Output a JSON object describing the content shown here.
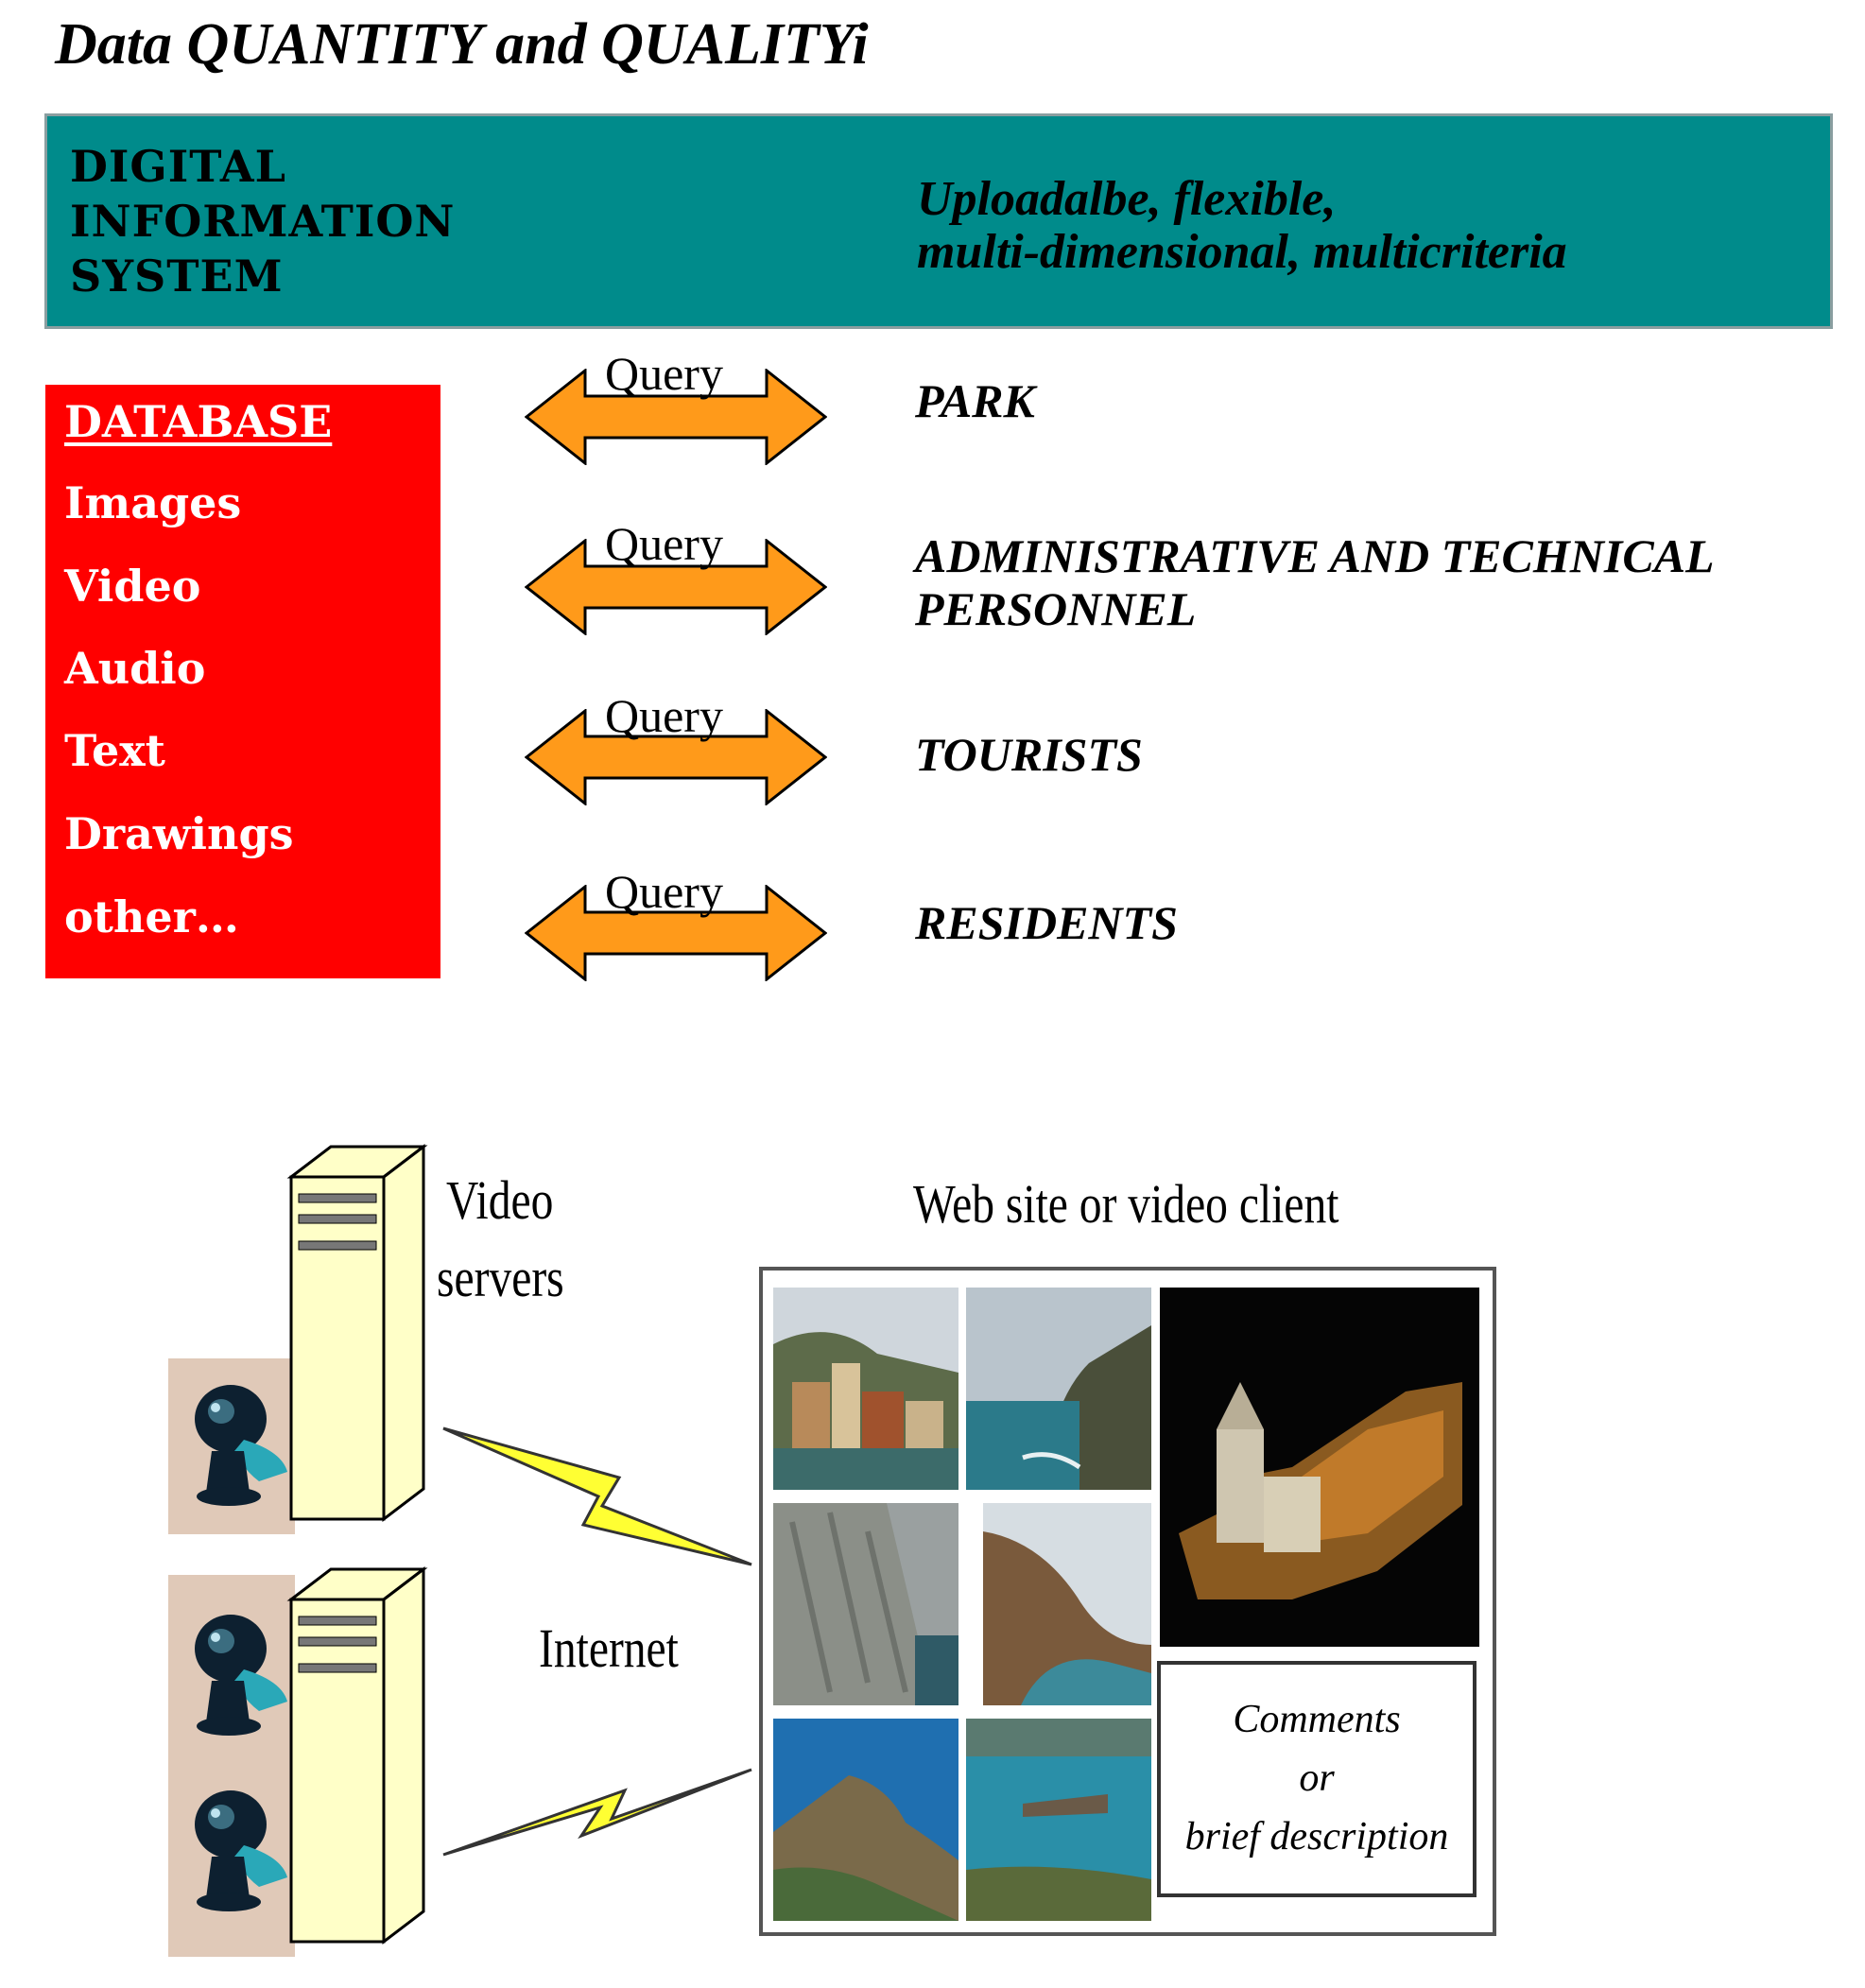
{
  "title": "Data QUANTITY and QUALITYi",
  "system": {
    "label_lines": [
      "DIGITAL",
      "INFORMATION",
      "SYSTEM"
    ],
    "description_lines": [
      "Uploadalbe, flexible,",
      "multi-dimensional, multicriteria"
    ]
  },
  "database": {
    "title": "DATABASE",
    "items": [
      "Images",
      "Video",
      "Audio",
      "Text",
      "Drawings",
      "other…"
    ]
  },
  "query_label": "Query",
  "audiences": [
    [
      "PARK"
    ],
    [
      "ADMINISTRATIVE AND TECHNICAL",
      "PERSONNEL"
    ],
    [
      "TOURISTS"
    ],
    [
      "RESIDENTS"
    ]
  ],
  "network": {
    "video_servers_lines": [
      "Video",
      "servers"
    ],
    "internet": "Internet",
    "client_title": "Web site or video client",
    "comments_lines": [
      "Comments",
      "or",
      "brief description"
    ]
  },
  "colors": {
    "banner": "#008b8b",
    "database": "#ff0000",
    "arrow": "#ff9a1a",
    "bolt": "#ffff33",
    "server": "#ffffc8",
    "camera_bg": "#e0c9b8"
  }
}
